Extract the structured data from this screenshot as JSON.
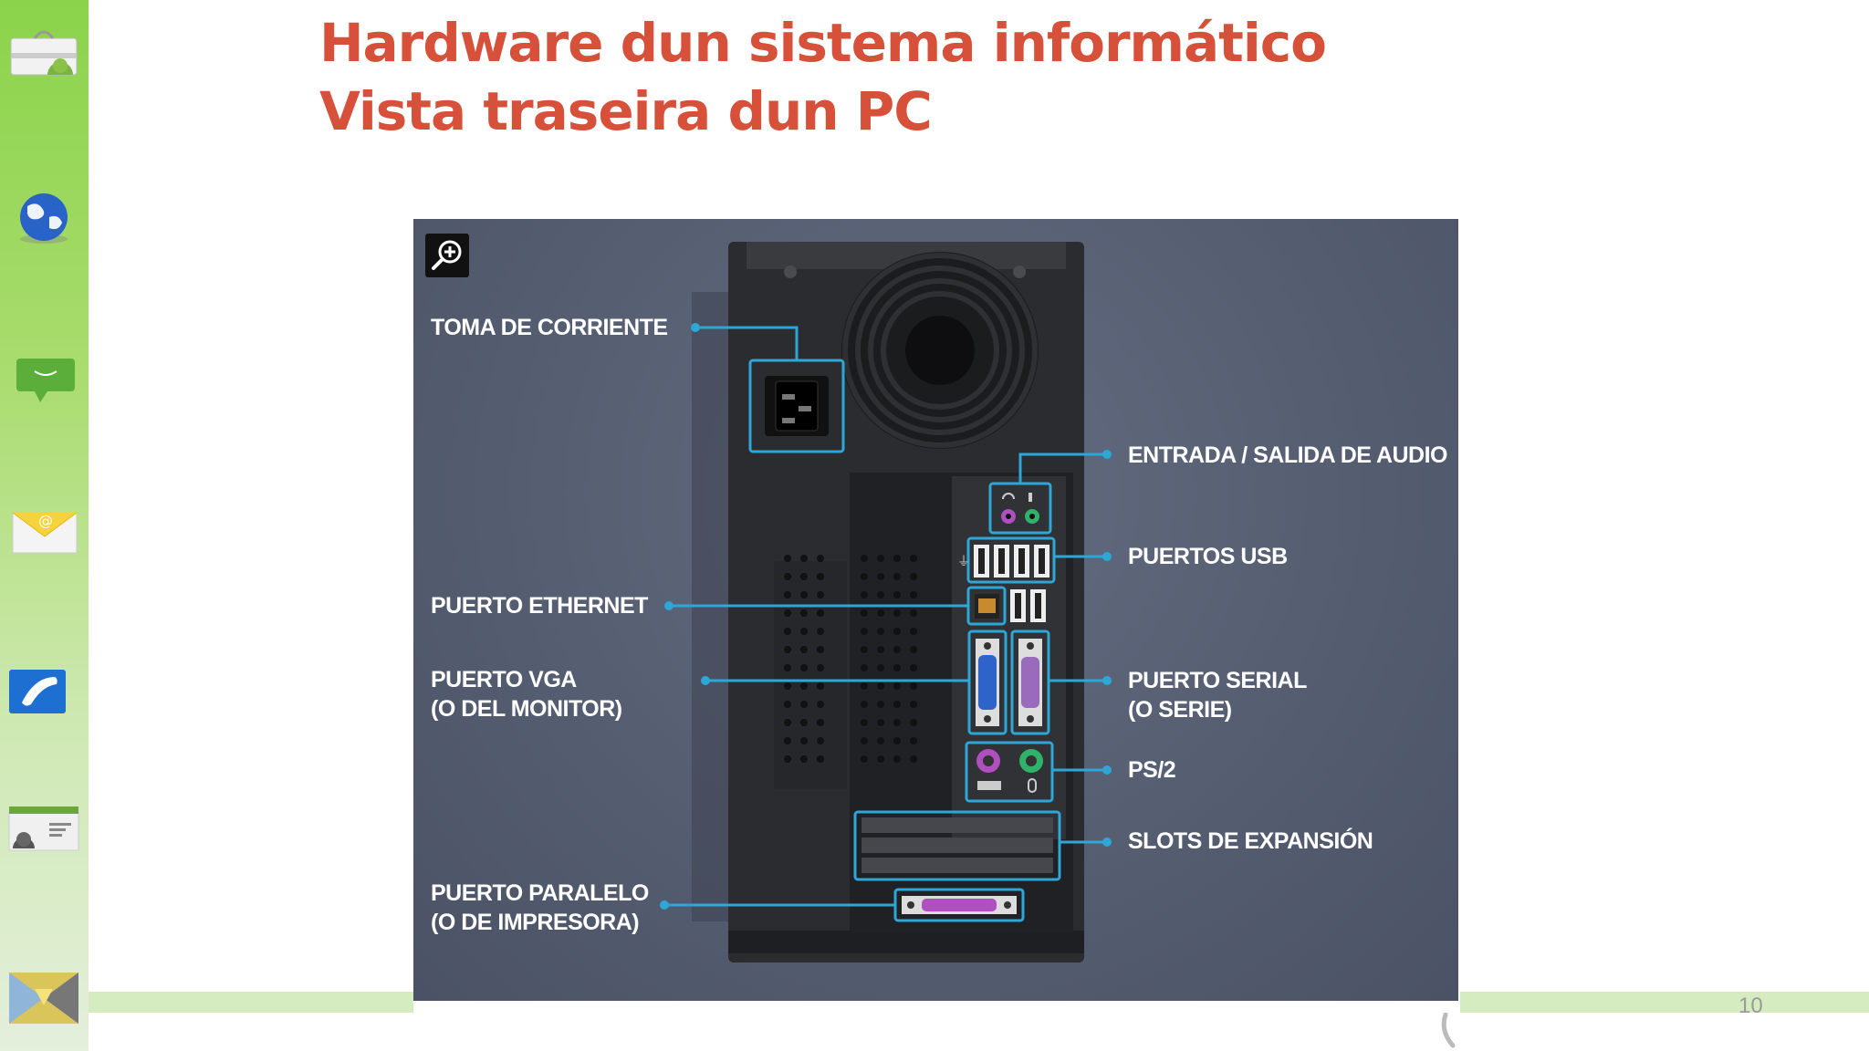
{
  "slide": {
    "title_line1": "Hardware dun sistema informático",
    "title_line2": "Vista traseira dun PC",
    "page_number": "10"
  },
  "sidebar": {
    "icons": [
      "android-shop-icon",
      "globe-icon",
      "chat-bubble-icon",
      "email-icon",
      "phone-icon",
      "android-mobile-phone-icon",
      "gallery-icon"
    ]
  },
  "diagram": {
    "labels": {
      "power": "TOMA DE CORRIENTE",
      "audio": "ENTRADA / SALIDA DE AUDIO",
      "usb": "PUERTOS USB",
      "ethernet": "PUERTO ETHERNET",
      "vga_line1": "PUERTO VGA",
      "vga_line2": "(O DEL MONITOR)",
      "serial_line1": "PUERTO SERIAL",
      "serial_line2": "(O SERIE)",
      "ps2": "PS/2",
      "slots": "SLOTS DE EXPANSIÓN",
      "parallel_line1": "PUERTO PARALELO",
      "parallel_line2": "(O  DE IMPRESORA)"
    },
    "colors": {
      "background": "#545c70",
      "callout": "#2ea6d8",
      "case": "#2a2b2e",
      "title": "#d6503a"
    }
  }
}
